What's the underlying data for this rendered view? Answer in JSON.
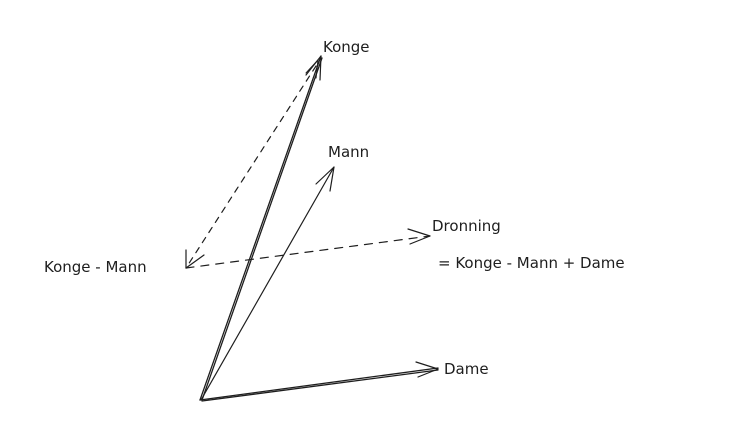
{
  "labels": {
    "konge": "Konge",
    "mann": "Mann",
    "dronning": "Dronning",
    "konge_minus_mann": "Konge - Mann",
    "equation": "= Konge - Mann + Dame",
    "dame": "Dame"
  },
  "colors": {
    "stroke": "#1e1e1e",
    "background": "#ffffff"
  }
}
